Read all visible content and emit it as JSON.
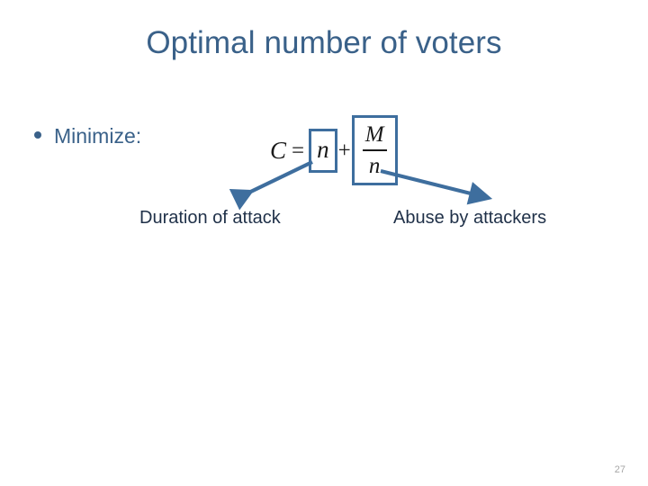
{
  "slide": {
    "title": "Optimal number of voters",
    "page_number": "27",
    "background_color": "#ffffff",
    "title_color": "#3A6189",
    "caption_color": "#1F3048",
    "accent_color": "#3E6E9E"
  },
  "bullet": {
    "marker": "bullet-dot",
    "text": "Minimize:"
  },
  "formula": {
    "lhs": "C",
    "equals": "=",
    "term_n": "n",
    "plus": "+",
    "fraction_numerator": "M",
    "fraction_denominator": "n",
    "plain": "C = n + M/n"
  },
  "annotations": {
    "left": {
      "label": "Duration of attack",
      "source": "term_n",
      "arrow": "arrow-down-left"
    },
    "right": {
      "label": "Abuse by attackers",
      "source": "fraction_M_over_n",
      "arrow": "arrow-down-right"
    }
  }
}
